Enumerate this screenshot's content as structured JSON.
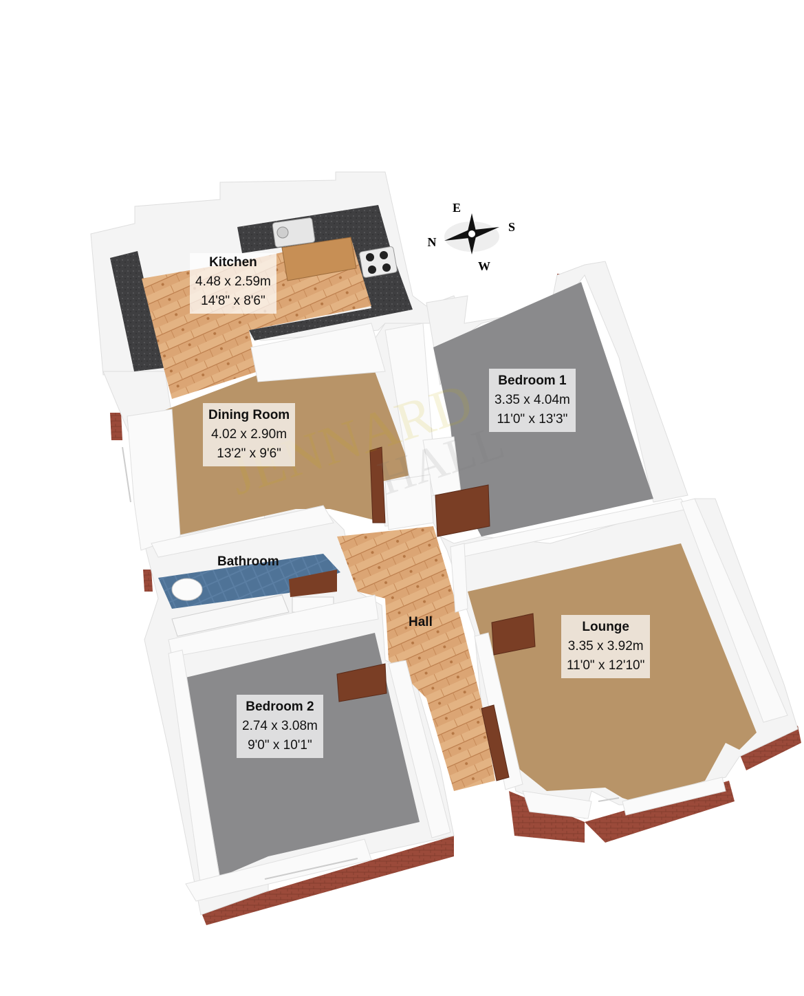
{
  "rooms": {
    "kitchen": {
      "name": "Kitchen",
      "metric": "4.48 x 2.59m",
      "imperial": "14'8\" x 8'6\""
    },
    "dining": {
      "name": "Dining Room",
      "metric": "4.02 x 2.90m",
      "imperial": "13'2\" x 9'6\""
    },
    "bedroom1": {
      "name": "Bedroom 1",
      "metric": "3.35 x 4.04m",
      "imperial": "11'0\" x 13'3\""
    },
    "bathroom": {
      "name": "Bathroom"
    },
    "hall": {
      "name": "Hall"
    },
    "lounge": {
      "name": "Lounge",
      "metric": "3.35 x 3.92m",
      "imperial": "11'0\" x 12'10\""
    },
    "bedroom2": {
      "name": "Bedroom 2",
      "metric": "2.74 x 3.08m",
      "imperial": "9'0\" x 10'1\""
    }
  },
  "compass": {
    "north": "N",
    "east": "E",
    "south": "S",
    "west": "W"
  },
  "watermark": {
    "line1": "JENNARD",
    "line2": "HALL"
  },
  "colors": {
    "wall": "#f6f6f6",
    "brick": "#9b4a3a",
    "wood": "#d9a070",
    "carpet": "#b89468",
    "grey_carpet": "#8a8a8c",
    "worktop": "#3e3e40",
    "tile": "#4f7397",
    "door": "#7a3e25"
  }
}
